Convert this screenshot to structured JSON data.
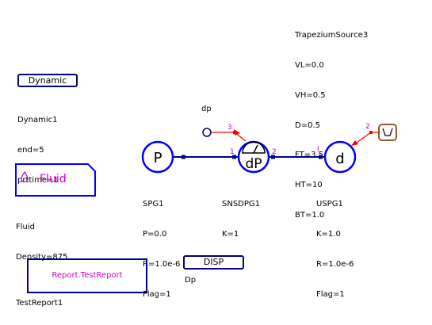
{
  "trapezium_source": {
    "name": "TrapeziumSource3",
    "params": [
      "VL=0.0",
      "VH=0.5",
      "D=0.5",
      "FT=3.5",
      "HT=10",
      "BT=1.0"
    ]
  },
  "dynamic": {
    "label": "Dynamic",
    "name": "Dynamic1",
    "params": [
      "end=5",
      "prttime=1"
    ]
  },
  "fluid": {
    "label": "Fluid",
    "name": "Fluid",
    "params": [
      "Density=875"
    ]
  },
  "dp_signal": {
    "label": "dp"
  },
  "spg": {
    "symbol": "P",
    "name": "SPG1",
    "params": [
      "P=0.0",
      "R=1.0e-6",
      "Flag=1"
    ]
  },
  "snsdpg": {
    "symbol": "dP",
    "name": "SNSDPG1",
    "params": [
      "K=1"
    ]
  },
  "uspg": {
    "symbol": "d",
    "name": "USPG1",
    "params": [
      "K=1.0",
      "R=1.0e-6",
      "Flag=1"
    ]
  },
  "ports": {
    "spg_sns_in": "1",
    "sns_out": "2",
    "sns_signal": "3",
    "uspg_in": "I",
    "uspg_signal": "2"
  },
  "report": {
    "label": "Report.TestReport",
    "name": "TestReport1"
  },
  "disp": {
    "label": "DISP",
    "name": "Dp"
  },
  "colors": {
    "component": "#0000ff",
    "wire": "#000080",
    "signal": "#ff0000",
    "port_label": "#cc00cc",
    "source_box": "#a0522d"
  }
}
